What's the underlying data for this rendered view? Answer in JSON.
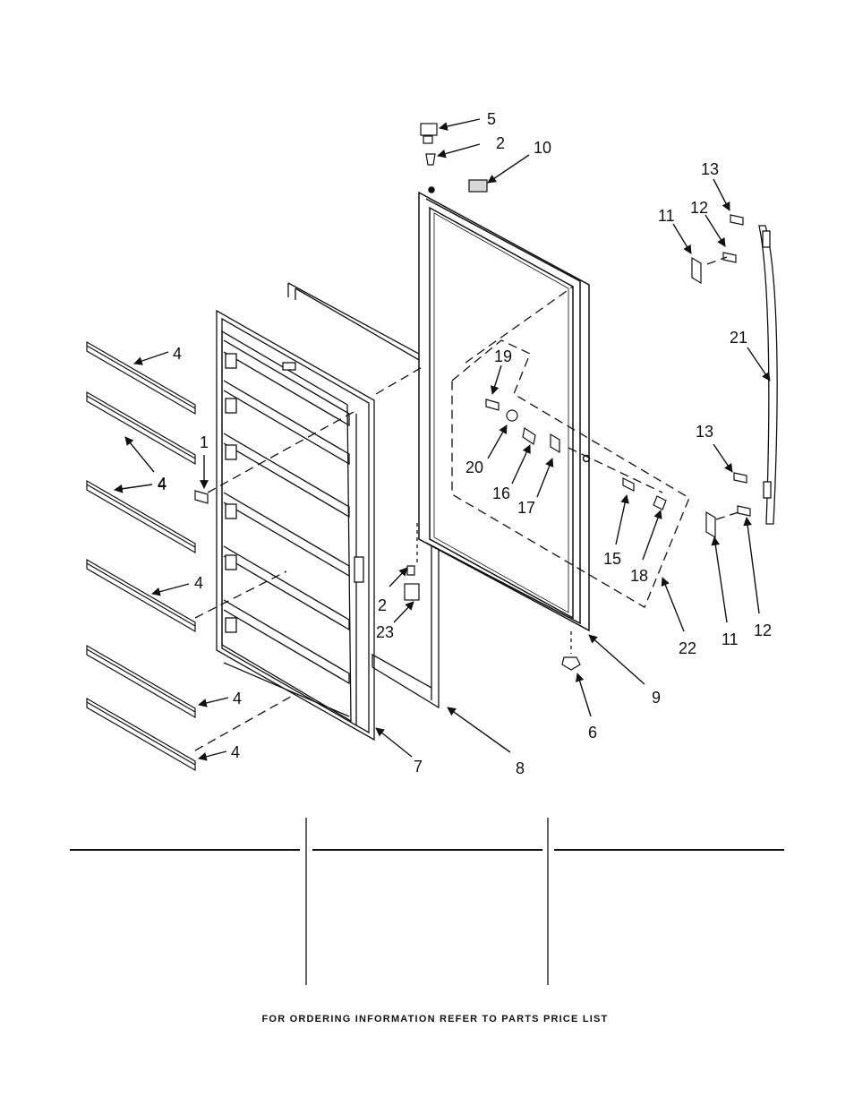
{
  "callouts": [
    "5",
    "2",
    "10",
    "13",
    "12",
    "11",
    "21",
    "19",
    "20",
    "16",
    "17",
    "15",
    "18",
    "1",
    "4",
    "4",
    "4",
    "4",
    "4",
    "4",
    "2",
    "23",
    "13",
    "11",
    "12",
    "22",
    "9",
    "6",
    "7",
    "8"
  ],
  "footer": {
    "text": "FOR ORDERING INFORMATION REFER TO PARTS PRICE LIST"
  }
}
